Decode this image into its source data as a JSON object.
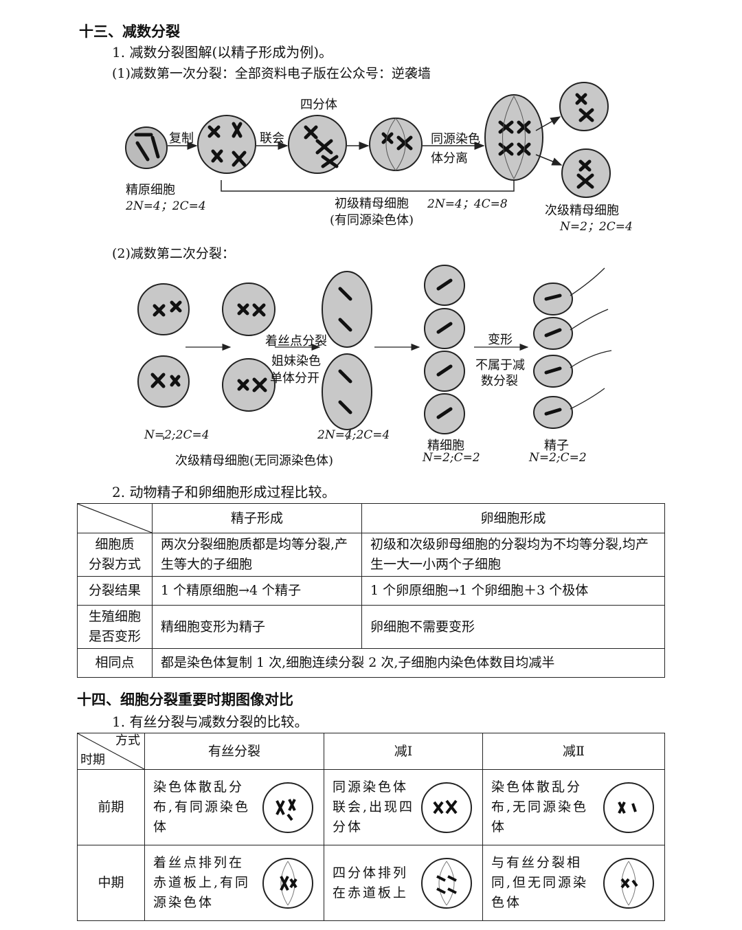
{
  "section13": {
    "title": "十三、减数分裂",
    "item1": "1. 减数分裂图解(以精子形成为例)。",
    "part1": "(1)减数第一次分裂：全部资料电子版在公众号：逆袭墙",
    "d1": {
      "fuzhi": "复制",
      "lianhui": "联会",
      "sifenti": "四分体",
      "tongyuan1": "同源染色",
      "tongyuan2": "体分离",
      "jingyuan": "精原细胞",
      "jingyuan_n": "2N=4；2C=4",
      "chuji": "初级精母细胞",
      "chuji_n": "2N=4；4C=8",
      "chuji_note": "(有同源染色体)",
      "ciji": "次级精母细胞",
      "ciji_n": "N=2；2C=4"
    },
    "part2": "(2)减数第二次分裂：",
    "d2": {
      "zhaosi": "着丝点分裂",
      "jiemei1": "姐妹染色",
      "jiemei2": "单体分开",
      "n_a": "N=2;2C=4",
      "n_b": "2N=4;2C=4",
      "ciji2": "次级精母细胞(无同源染色体)",
      "jingxi": "精细胞",
      "jingxi_n": "N=2;C=2",
      "bianxing": "变形",
      "bushu1": "不属于减",
      "bushu2": "数分裂",
      "jingzi": "精子",
      "jingzi_n": "N=2;C=2"
    },
    "item2": "2. 动物精子和卵细胞形成过程比较。",
    "table1": {
      "headers": [
        "精子形成",
        "卵细胞形成"
      ],
      "rows": [
        {
          "label": [
            "细胞质",
            "分裂方式"
          ],
          "a": "两次分裂细胞质都是均等分裂,产生等大的子细胞",
          "b": "初级和次级卵母细胞的分裂均为不均等分裂,均产生一大一小两个子细胞"
        },
        {
          "label": [
            "分裂结果"
          ],
          "a": "1 个精原细胞→4 个精子",
          "b": "1 个卵原细胞→1 个卵细胞＋3 个极体"
        },
        {
          "label": [
            "生殖细胞",
            "是否变形"
          ],
          "a": "精细胞变形为精子",
          "b": "卵细胞不需要变形"
        },
        {
          "label": [
            "相同点"
          ],
          "merged": "都是染色体复制 1 次,细胞连续分裂 2 次,子细胞内染色体数目均减半"
        }
      ]
    }
  },
  "section14": {
    "title": "十四、细胞分裂重要时期图像对比",
    "item1": "1. 有丝分裂与减数分裂的比较。",
    "table2": {
      "corner_top": "方式",
      "corner_bottom": "时期",
      "headers": [
        "有丝分裂",
        "减Ⅰ",
        "减Ⅱ"
      ],
      "rows": [
        {
          "label": "前期",
          "cells": [
            "染色体散乱分布,有同源染色体",
            "同源染色体联会,出现四分体",
            "染色体散乱分布,无同源染色体"
          ]
        },
        {
          "label": "中期",
          "cells": [
            "着丝点排列在赤道板上,有同源染色体",
            "四分体排列在赤道板上",
            "与有丝分裂相同,但无同源染色体"
          ]
        }
      ]
    }
  }
}
